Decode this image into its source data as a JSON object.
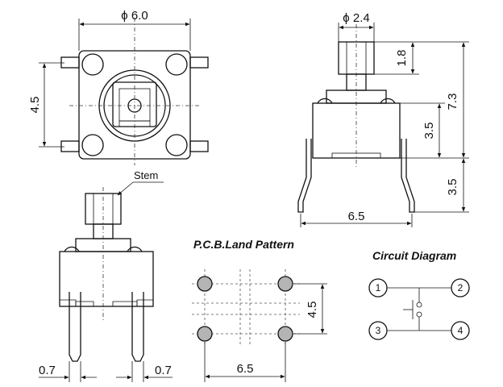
{
  "top_view": {
    "diameter_label": "ϕ 6.0",
    "height_label": "4.5"
  },
  "side_view": {
    "stem_diameter_label": "ϕ 2.4",
    "stem_height_label": "1.8",
    "total_height_label": "7.3",
    "body_height_label": "3.5",
    "lead_height_label": "3.5",
    "lead_spacing_label": "6.5"
  },
  "front_view": {
    "stem_label": "Stem",
    "lead_left_label": "0.7",
    "lead_right_label": "0.7"
  },
  "pcb": {
    "title": "P.C.B.Land Pattern",
    "spacing_v_label": "4.5",
    "spacing_h_label": "6.5"
  },
  "circuit": {
    "title": "Circuit Diagram",
    "pins": [
      "1",
      "2",
      "3",
      "4"
    ]
  }
}
